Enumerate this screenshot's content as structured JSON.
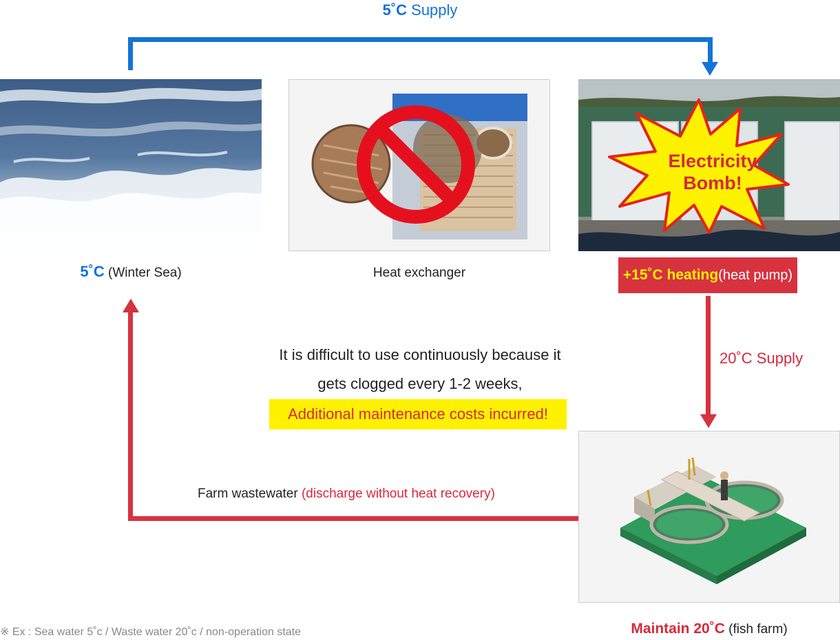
{
  "top_supply": {
    "temp": "5˚C",
    "label": " Supply"
  },
  "sea": {
    "temp": "5˚C",
    "desc": " (Winter Sea)"
  },
  "exchanger": {
    "label": "Heat exchanger"
  },
  "heatpump": {
    "bomb_line1": "Electricity",
    "bomb_line2": "Bomb!",
    "heating": "+15˚C heating",
    "desc": " (heat pump)"
  },
  "side_supply": {
    "label": "20˚C Supply"
  },
  "message": {
    "line1": "It is difficult to use continuously because it",
    "line2": "gets clogged every 1-2 weeks,",
    "highlight": "Additional maintenance costs incurred!"
  },
  "wastewater": {
    "label": "Farm wastewater",
    "desc": " (discharge without heat recovery)"
  },
  "farm": {
    "maintain": "Maintain 20˚C",
    "desc": " (fish farm)"
  },
  "footnote": "※ Ex : Sea water 5˚c / Waste water 20˚c / non-operation state",
  "colors": {
    "blue": "#1473d6",
    "red": "#d6333f",
    "yellow": "#fff200"
  },
  "icons": [
    "arrow-down-icon",
    "arrow-up-icon",
    "prohibition-icon",
    "starburst-icon"
  ]
}
